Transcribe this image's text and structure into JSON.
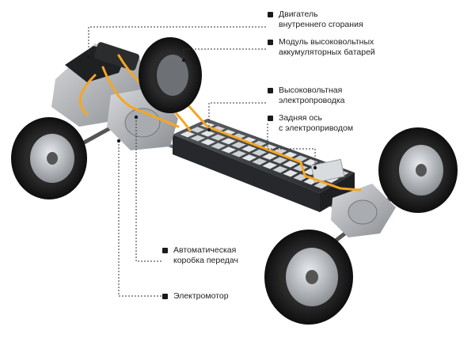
{
  "callouts": [
    {
      "id": "ice",
      "line1": "Двигатель",
      "line2": "внутреннего сгорания"
    },
    {
      "id": "battery",
      "line1": "Модуль высоковольтных",
      "line2": "аккумуляторных батарей"
    },
    {
      "id": "wiring",
      "line1": "Высоковольтная",
      "line2": "электропроводка"
    },
    {
      "id": "rear-axle",
      "line1": "Задняя ось",
      "line2": "с электроприводом"
    },
    {
      "id": "gearbox",
      "line1": "Автоматическая",
      "line2": "коробка передач"
    },
    {
      "id": "motor",
      "line1": "Электромотор",
      "line2": ""
    }
  ],
  "colors": {
    "wire": "#f5a623",
    "wheel": "#1c1c1c",
    "metal": "#b9bcc0",
    "battery": "#3d3f42",
    "leader": "#333333"
  }
}
